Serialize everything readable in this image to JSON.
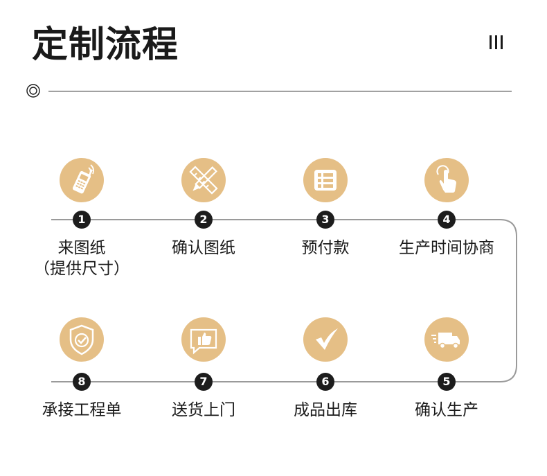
{
  "header": {
    "title": "定制流程"
  },
  "colors": {
    "accent": "#e5bf86",
    "badge": "#1d1d1d",
    "line": "#9a9a9a"
  },
  "steps": [
    {
      "number": "1",
      "label": "来图纸",
      "sublabel": "（提供尺寸）",
      "icon": "phone-icon"
    },
    {
      "number": "2",
      "label": "确认图纸",
      "icon": "pencil-ruler-icon"
    },
    {
      "number": "3",
      "label": "预付款",
      "icon": "list-icon"
    },
    {
      "number": "4",
      "label": "生产时间协商",
      "icon": "hand-pointer-icon"
    },
    {
      "number": "5",
      "label": "确认生产",
      "icon": "truck-icon"
    },
    {
      "number": "6",
      "label": "成品出库",
      "icon": "checkmark-icon"
    },
    {
      "number": "7",
      "label": "送货上门",
      "icon": "thumbs-up-icon"
    },
    {
      "number": "8",
      "label": "承接工程单",
      "icon": "shield-check-icon"
    }
  ]
}
